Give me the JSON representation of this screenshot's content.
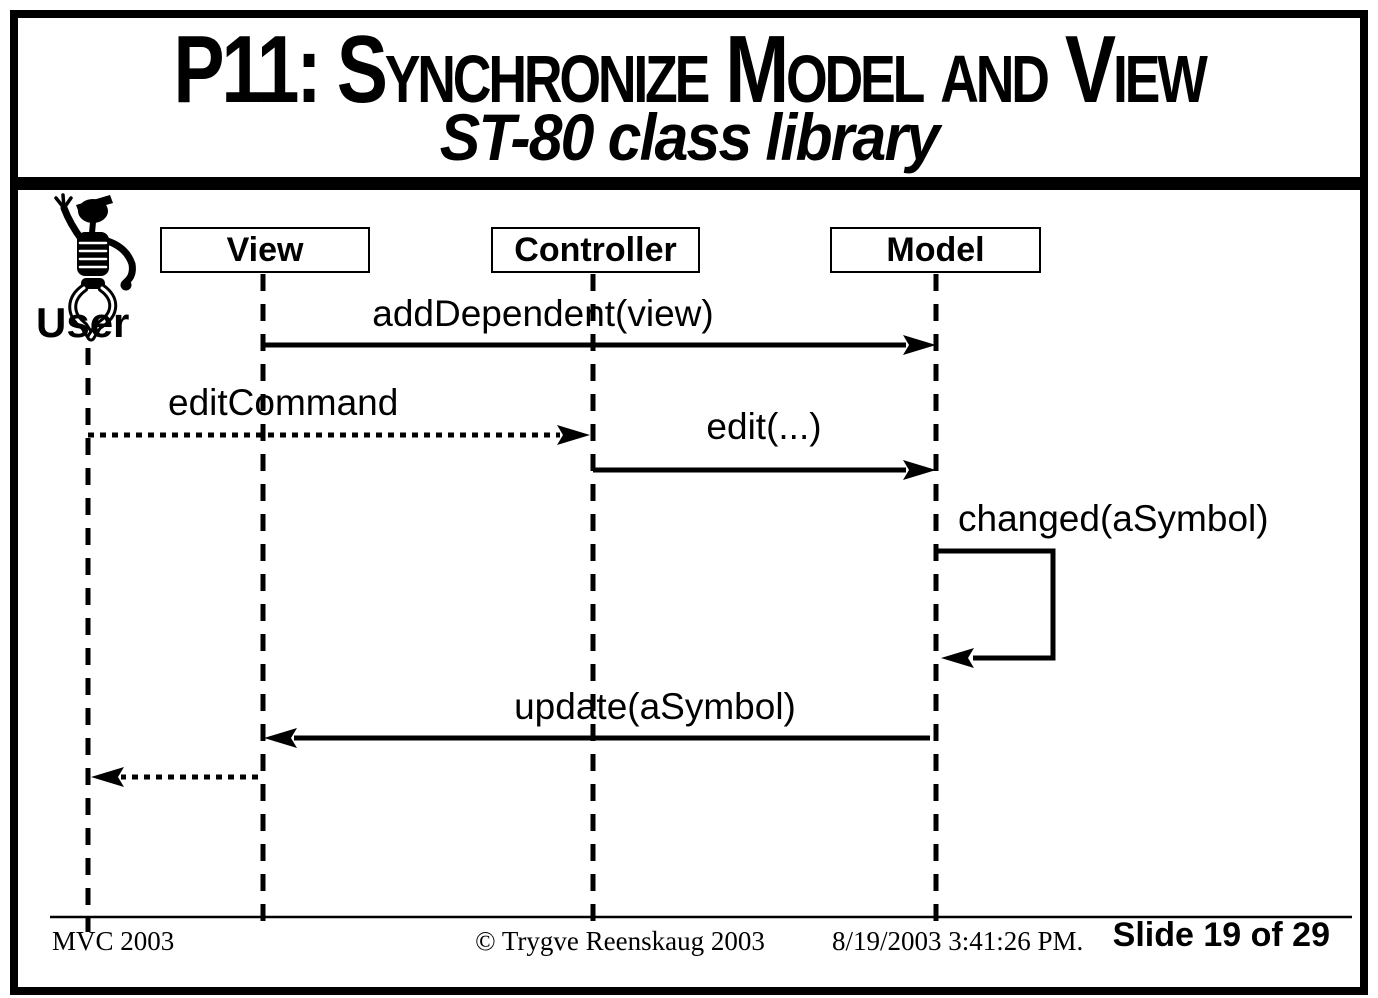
{
  "title": {
    "line1": "P11: Synchronize Model and View",
    "line2": "ST-80 class library"
  },
  "diagram": {
    "actor": {
      "name": "User",
      "icon": "dancing-skeleton-icon"
    },
    "lifelines": [
      {
        "label": "View"
      },
      {
        "label": "Controller"
      },
      {
        "label": "Model"
      }
    ],
    "messages": [
      {
        "label": "addDependent(view)",
        "from": "View",
        "to": "Model",
        "line": "solid"
      },
      {
        "label": "editCommand",
        "from": "User",
        "to": "Controller",
        "line": "dotted"
      },
      {
        "label": "edit(...)",
        "from": "Controller",
        "to": "Model",
        "line": "solid"
      },
      {
        "label": "changed(aSymbol)",
        "from": "Model",
        "to": "Model",
        "line": "solid-self"
      },
      {
        "label": "update(aSymbol)",
        "from": "Model",
        "to": "View",
        "line": "solid"
      },
      {
        "label": "",
        "from": "View",
        "to": "User",
        "line": "dotted"
      }
    ]
  },
  "footer": {
    "left": "MVC 2003",
    "copyright": "© Trygve Reenskaug 2003",
    "datetime": "8/19/2003 3:41:26 PM.",
    "slide_number": "Slide 19 of 29"
  },
  "colors": {
    "ink": "#000000",
    "background": "#ffffff"
  }
}
